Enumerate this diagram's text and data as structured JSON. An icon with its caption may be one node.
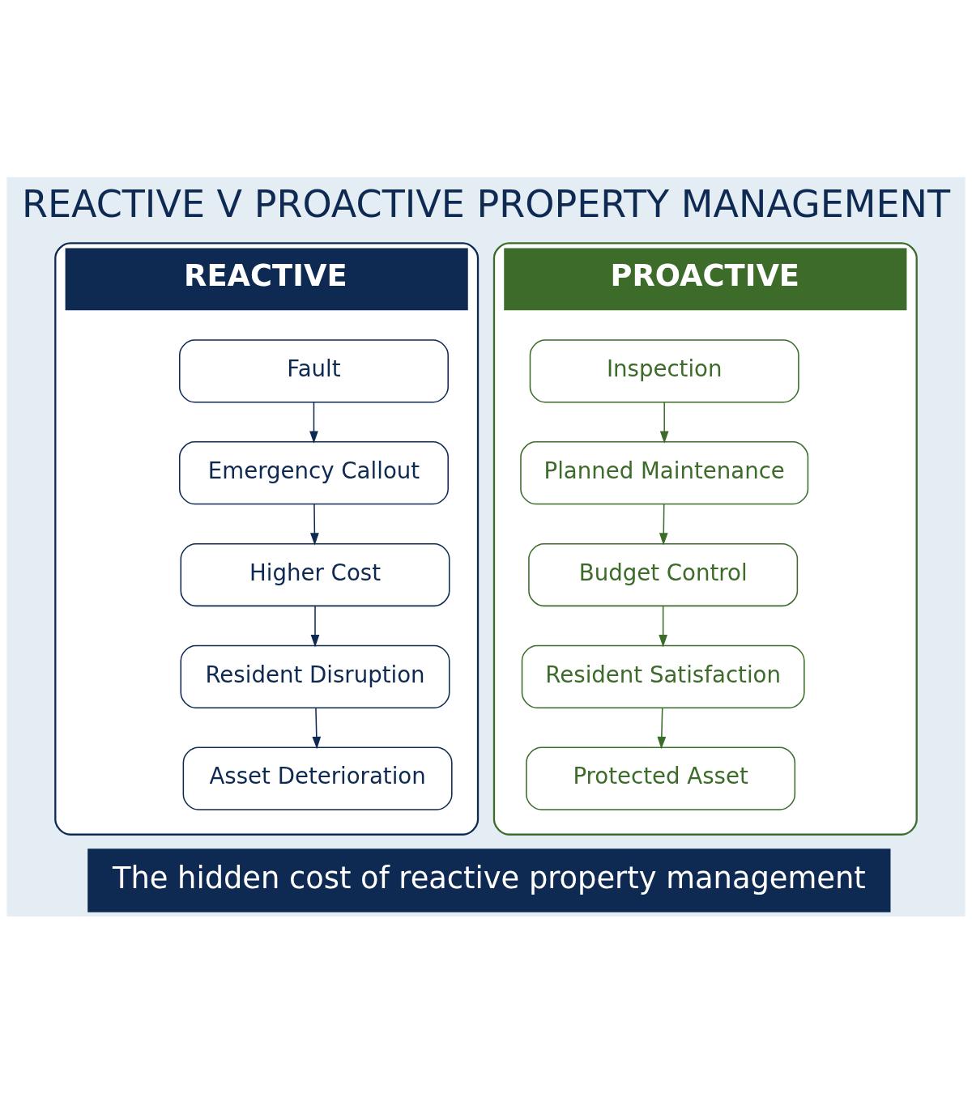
{
  "diagram": {
    "title": "REACTIVE V PROACTIVE PROPERTY MANAGEMENT",
    "caption": "The hidden cost of reactive property management",
    "nodes": [
      {
        "text": [
          "REACTIVE"
        ]
      },
      {
        "text": [
          "Fault"
        ],
        "in": 0
      },
      {
        "text": [
          "Emergency Callout"
        ],
        "in": 0
      },
      {
        "text": [
          "Higher Cost"
        ],
        "in": 0
      },
      {
        "text": [
          "Resident Disruption"
        ],
        "in": 0
      },
      {
        "text": [
          "Asset Deterioration"
        ],
        "in": 0
      },
      {
        "text": [
          "PROACTIVE"
        ]
      },
      {
        "text": [
          "Inspection"
        ],
        "in": 6
      },
      {
        "text": [
          "Planned Maintenance"
        ],
        "in": 6
      },
      {
        "text": [
          "Budget Control"
        ],
        "in": 6
      },
      {
        "text": [
          "Resident Satisfaction"
        ],
        "in": 6
      },
      {
        "text": [
          "Protected Asset"
        ],
        "in": 6
      }
    ],
    "edges": [
      {
        "from": 1,
        "to": 2,
        "arrow": "to"
      },
      {
        "from": 2,
        "to": 3,
        "arrow": "to"
      },
      {
        "from": 3,
        "to": 4,
        "arrow": "to"
      },
      {
        "from": 4,
        "to": 5,
        "arrow": "to"
      },
      {
        "from": 7,
        "to": 8,
        "arrow": "to"
      },
      {
        "from": 8,
        "to": 9,
        "arrow": "to"
      },
      {
        "from": 9,
        "to": 10,
        "arrow": "to"
      },
      {
        "from": 10,
        "to": 11,
        "arrow": "to"
      }
    ]
  }
}
